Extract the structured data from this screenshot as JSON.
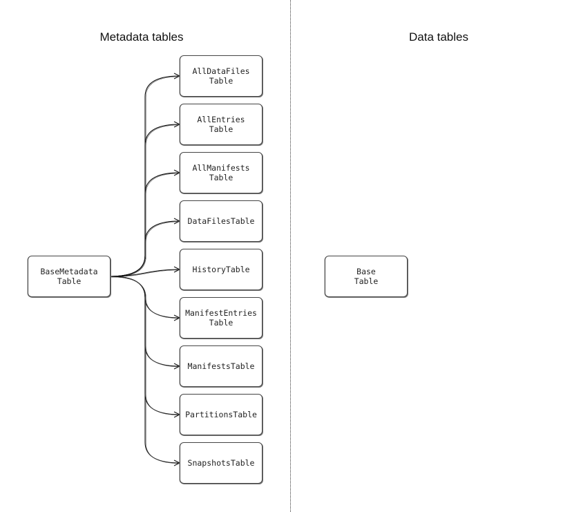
{
  "titles": {
    "metadata": "Metadata tables",
    "data": "Data tables"
  },
  "source_node": {
    "id": "base-metadata-table",
    "label": "BaseMetadata\nTable"
  },
  "base_node": {
    "id": "base-table",
    "label": "Base\nTable"
  },
  "target_nodes": [
    {
      "id": "all-data-files-table",
      "label": "AllDataFiles\nTable"
    },
    {
      "id": "all-entries-table",
      "label": "AllEntries\nTable"
    },
    {
      "id": "all-manifests-table",
      "label": "AllManifests\nTable"
    },
    {
      "id": "data-files-table",
      "label": "DataFilesTable"
    },
    {
      "id": "history-table",
      "label": "HistoryTable"
    },
    {
      "id": "manifest-entries-table",
      "label": "ManifestEntries\nTable"
    },
    {
      "id": "manifests-table",
      "label": "ManifestsTable"
    },
    {
      "id": "partitions-table",
      "label": "PartitionsTable"
    },
    {
      "id": "snapshots-table",
      "label": "SnapshotsTable"
    }
  ],
  "edges": [
    {
      "from": "base-metadata-table",
      "to": "all-data-files-table"
    },
    {
      "from": "base-metadata-table",
      "to": "all-entries-table"
    },
    {
      "from": "base-metadata-table",
      "to": "all-manifests-table"
    },
    {
      "from": "base-metadata-table",
      "to": "data-files-table"
    },
    {
      "from": "base-metadata-table",
      "to": "history-table"
    },
    {
      "from": "base-metadata-table",
      "to": "manifest-entries-table"
    },
    {
      "from": "base-metadata-table",
      "to": "manifests-table"
    },
    {
      "from": "base-metadata-table",
      "to": "partitions-table"
    },
    {
      "from": "base-metadata-table",
      "to": "snapshots-table"
    }
  ]
}
